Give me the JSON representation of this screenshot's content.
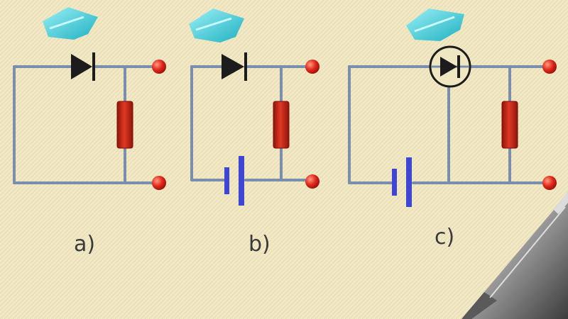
{
  "diagram": {
    "panels": [
      {
        "id": "a",
        "caption": "a)",
        "components": [
          "photodiode",
          "resistor",
          "output-terminals"
        ]
      },
      {
        "id": "b",
        "caption": "b)",
        "components": [
          "photodiode",
          "resistor",
          "battery",
          "output-terminals"
        ]
      },
      {
        "id": "c",
        "caption": "c)",
        "components": [
          "encircled-photodiode",
          "resistor",
          "battery",
          "output-terminals"
        ]
      }
    ]
  },
  "icons": {
    "light": "light-source-icon",
    "diode": "diode-icon",
    "resistor": "resistor-icon",
    "battery": "battery-icon",
    "terminal": "terminal-icon",
    "pen": "pen-icon"
  },
  "colors": {
    "paper": "#f1e8c6",
    "wire": "#7a8fae",
    "light": "#38c8d4",
    "resistor": "#cc2418",
    "battery": "#3f46d6",
    "terminal": "#e2281c",
    "diode": "#1c1c1c",
    "caption": "#3a3a3a"
  }
}
